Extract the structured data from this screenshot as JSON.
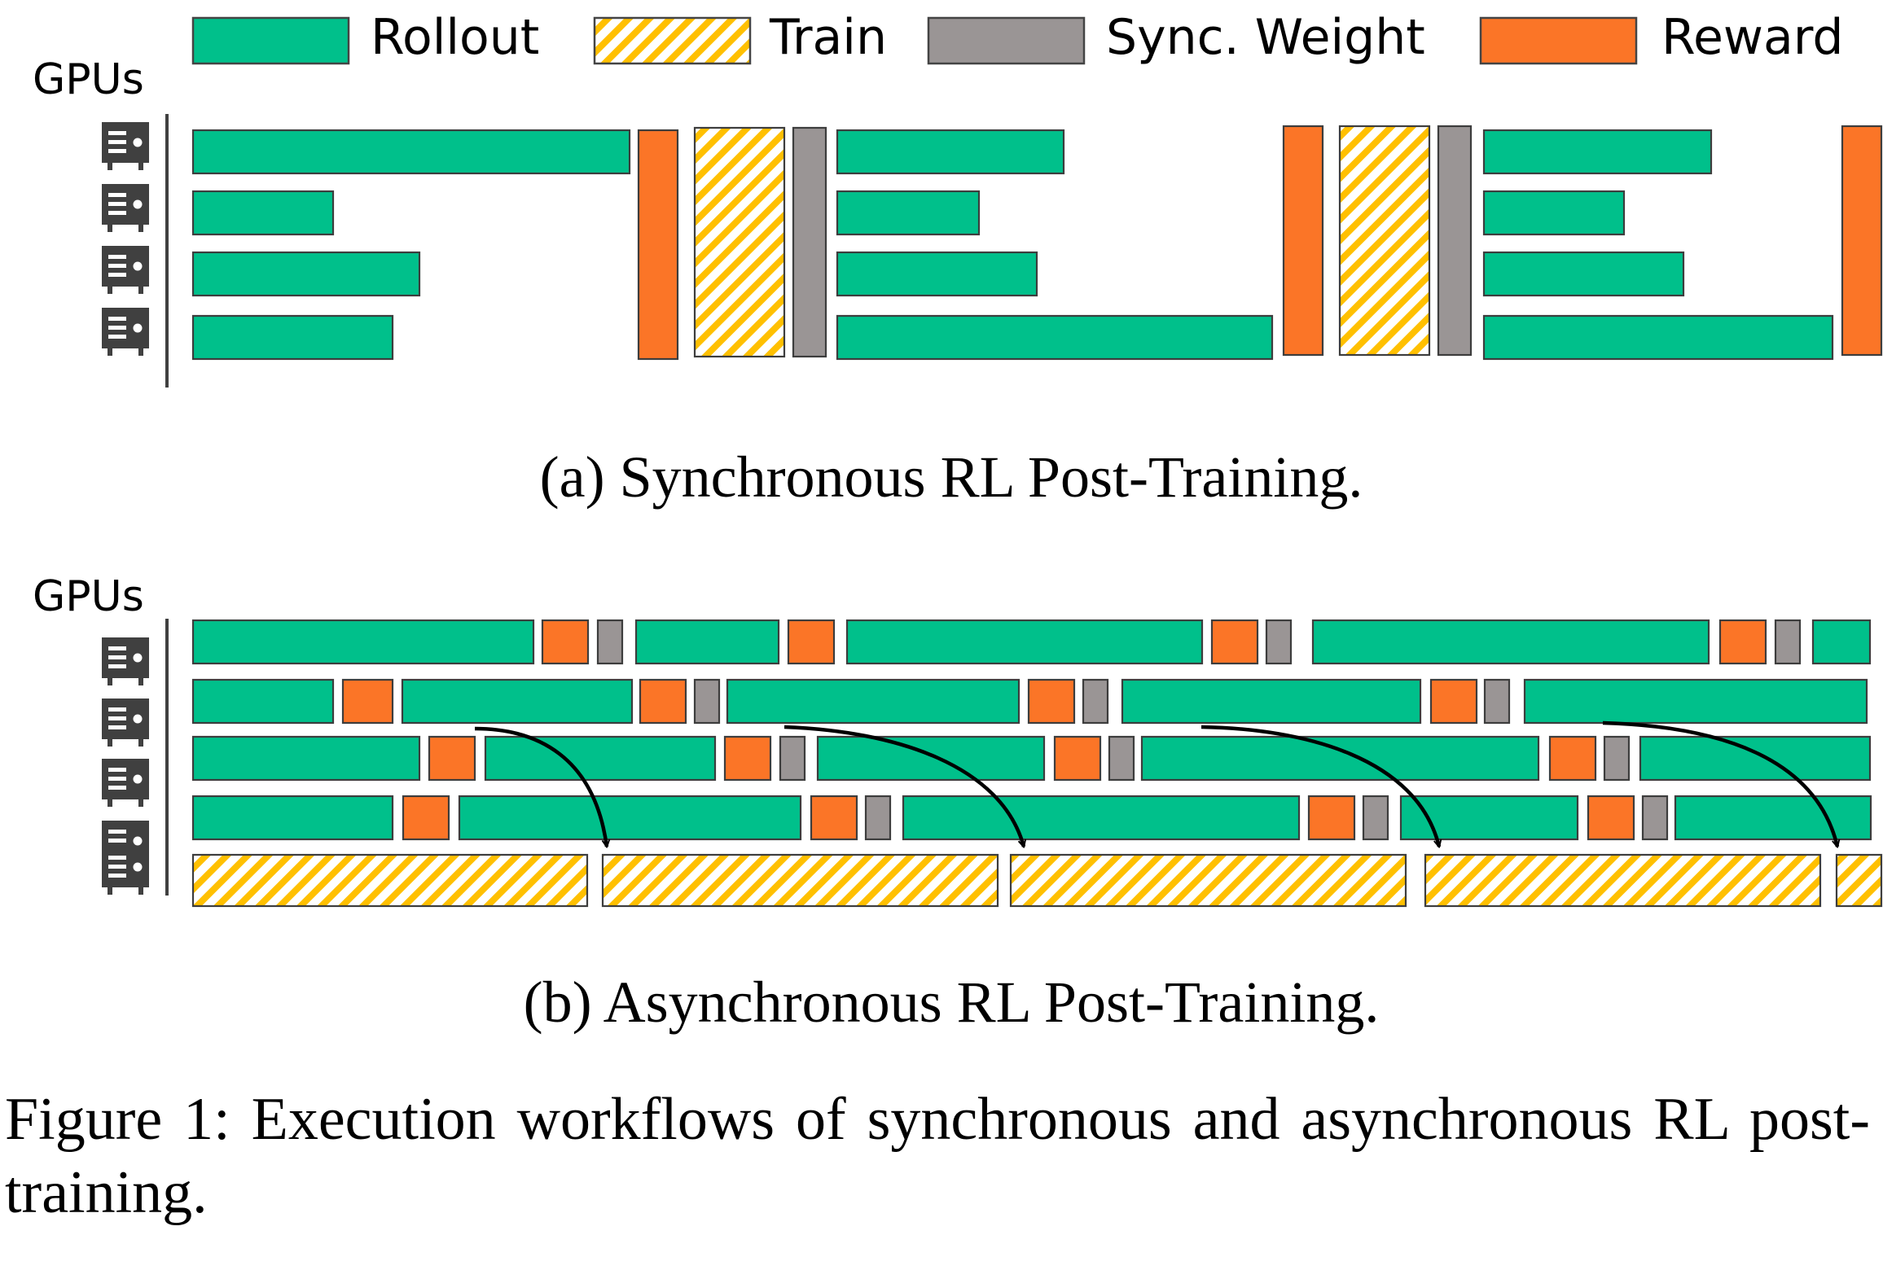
{
  "legend": {
    "rollout": "Rollout",
    "train": "Train",
    "sync": "Sync. Weight",
    "reward": "Reward"
  },
  "colors": {
    "rollout": "#00c08b",
    "train": "#ffc000",
    "sync": "#9a9595",
    "reward": "#fb7527",
    "icon": "#404040"
  },
  "panel_a": {
    "gpu_label": "GPUs",
    "caption": "(a) Synchronous RL Post-Training."
  },
  "panel_b": {
    "gpu_label": "GPUs",
    "caption": "(b) Asynchronous RL Post-Training."
  },
  "figure_caption": "Figure 1: Execution workflows of synchronous and asynchronous RL post-training."
}
